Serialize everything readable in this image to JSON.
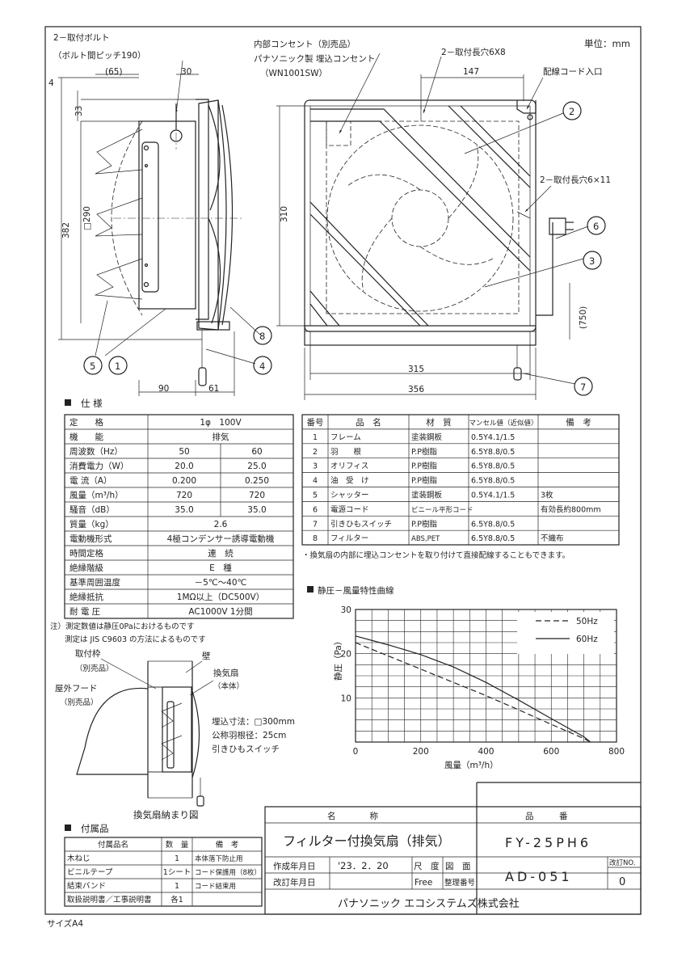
{
  "header": {
    "unit_label": "単位：mm"
  },
  "side_view": {
    "bolt_label": "2－取付ボルト",
    "bolt_pitch": "（ボルト間ピッチ190）",
    "dim_65": "(65)",
    "dim_30": "30",
    "dim_4": "4",
    "dim_33": "33",
    "dim_382": "382",
    "dim_290": "□290",
    "dim_90": "90",
    "dim_61": "61"
  },
  "front_view": {
    "outlet_label_1": "内部コンセント（別売品）",
    "outlet_label_2": "パナソニック製 埋込コンセント",
    "outlet_label_3": "（WN1001SW）",
    "slot_label_top": "2－取付長穴6X8",
    "dim_147": "147",
    "cord_inlet": "配線コード入口",
    "slot_label_side": "2－取付長穴6×11",
    "dim_310": "310",
    "dim_750": "(750)",
    "dim_315": "315",
    "dim_356": "356"
  },
  "callouts": [
    "1",
    "2",
    "3",
    "4",
    "5",
    "6",
    "7",
    "8"
  ],
  "spec": {
    "title": "仕 様",
    "rows": [
      {
        "label": "定　　格",
        "value": "1φ　100V"
      },
      {
        "label": "機　　能",
        "value": "排気"
      },
      {
        "label": "周波数（Hz）",
        "v50": "50",
        "v60": "60"
      },
      {
        "label": "消費電力（W）",
        "v50": "20.0",
        "v60": "25.0"
      },
      {
        "label": "電 流（A）",
        "v50": "0.200",
        "v60": "0.250"
      },
      {
        "label": "風量（m³/h）",
        "v50": "720",
        "v60": "720"
      },
      {
        "label": "騒音（dB）",
        "v50": "35.0",
        "v60": "35.0"
      },
      {
        "label": "質量（kg）",
        "value": "2.6"
      },
      {
        "label": "電動機形式",
        "value": "4極コンデンサー誘導電動機"
      },
      {
        "label": "時間定格",
        "value": "連　続"
      },
      {
        "label": "絶縁階級",
        "value": "E　種"
      },
      {
        "label": "基準周囲温度",
        "value": "－5℃～40℃"
      },
      {
        "label": "絶縁抵抗",
        "value": "1MΩ以上（DC500V）"
      },
      {
        "label": "耐 電 圧",
        "value": "AC1000V 1分間"
      }
    ],
    "note1": "注）測定数値は静圧0Paにおけるものです",
    "note2": "測定は JIS C9603 の方法によるものです"
  },
  "parts": {
    "headers": [
      "番号",
      "品　名",
      "材　質",
      "マンセル値（近似値）",
      "備　考"
    ],
    "rows": [
      [
        "1",
        "フレーム",
        "塗装鋼板",
        "0.5Y4.1/1.5",
        ""
      ],
      [
        "2",
        "羽　　根",
        "P.P樹脂",
        "6.5Y8.8/0.5",
        ""
      ],
      [
        "3",
        "オリフィス",
        "P.P樹脂",
        "6.5Y8.8/0.5",
        ""
      ],
      [
        "4",
        "油　受　け",
        "P.P樹脂",
        "6.5Y8.8/0.5",
        ""
      ],
      [
        "5",
        "シャッター",
        "塗装鋼板",
        "0.5Y4.1/1.5",
        "3枚"
      ],
      [
        "6",
        "電源コード",
        "ビニール平形コード",
        "",
        "有効長約800mm"
      ],
      [
        "7",
        "引きひもスイッチ",
        "P.P樹脂",
        "6.5Y8.8/0.5",
        ""
      ],
      [
        "8",
        "フィルター",
        "ABS,PET",
        "6.5Y8.8/0.5",
        "不織布"
      ]
    ],
    "note": "・換気扇の内部に埋込コンセントを取り付けて直接配線することもできます。"
  },
  "chart_data": {
    "type": "line",
    "title": "静圧－風量特性曲線",
    "xlabel": "風量（m³/h）",
    "ylabel": "静圧（Pa）",
    "xlim": [
      0,
      800
    ],
    "ylim": [
      0,
      30
    ],
    "xticks": [
      0,
      200,
      400,
      600,
      800
    ],
    "yticks": [
      10,
      20,
      30
    ],
    "grid": true,
    "legend_position": "top-right",
    "series": [
      {
        "name": "50Hz",
        "style": "dashed",
        "x": [
          0,
          100,
          200,
          300,
          400,
          500,
          600,
          700,
          720
        ],
        "y": [
          22.5,
          19.5,
          16.5,
          13.5,
          10.5,
          7.3,
          4.0,
          0.8,
          0
        ]
      },
      {
        "name": "60Hz",
        "style": "solid",
        "x": [
          0,
          100,
          200,
          300,
          400,
          500,
          600,
          700,
          720
        ],
        "y": [
          24.0,
          22.0,
          19.8,
          17.0,
          13.5,
          9.5,
          5.3,
          1.2,
          0
        ]
      }
    ]
  },
  "install": {
    "frame_label": "取付枠",
    "frame_sub": "（別売品）",
    "wall_label": "壁",
    "fan_label": "換気扇",
    "fan_sub": "（本体）",
    "hood_label": "屋外フード",
    "hood_sub": "（別売品）",
    "spec1": "埋込寸法：□300mm",
    "spec2": "公称羽根径：25cm",
    "spec3": "引きひもスイッチ",
    "caption": "換気扇納まり図"
  },
  "accessories": {
    "title": "付属品",
    "headers": [
      "付属品名",
      "数　量",
      "備　考"
    ],
    "rows": [
      [
        "木ねじ",
        "1",
        "本体落下防止用"
      ],
      [
        "ビニルテープ",
        "1シート",
        "コード保護用（8枚）"
      ],
      [
        "結束バンド",
        "1",
        "コード結束用"
      ],
      [
        "取扱説明書／工事説明書",
        "各1",
        ""
      ]
    ]
  },
  "title_block": {
    "name_header": "名　　　　称",
    "product_header": "品　　　番",
    "product_name": "フィルター付換気扇（排気）",
    "product_number": "FY-25PH6",
    "created_label": "作成年月日",
    "created_date": "'23．2．20",
    "scale_label": "尺　度",
    "scale_value": "Free",
    "drawing_label": "図　面",
    "ref_label": "整理番号",
    "drawing_number": "AD-051",
    "revision_label": "改訂NO.",
    "revision": "0",
    "revised_label": "改訂年月日",
    "company": "パナソニック エコシステムズ株式会社"
  },
  "footer": {
    "size": "サイズA4"
  }
}
